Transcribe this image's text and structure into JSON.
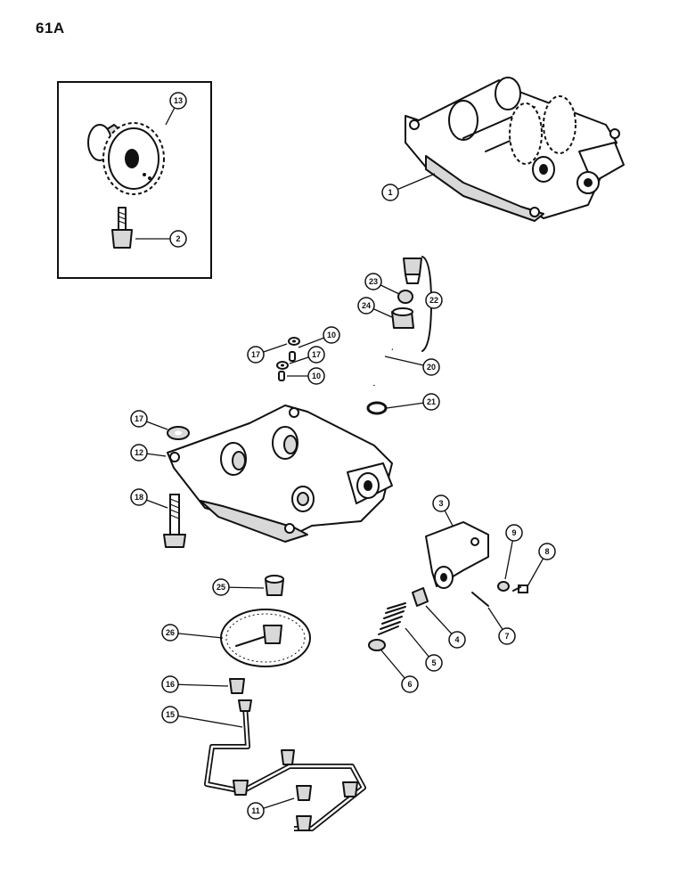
{
  "page": {
    "title": "61A"
  },
  "callouts": {
    "c1": "1",
    "c2": "2",
    "c3": "3",
    "c4": "4",
    "c5": "5",
    "c6": "6",
    "c7": "7",
    "c8": "8",
    "c9": "9",
    "c10a": "10",
    "c10b": "10",
    "c11": "11",
    "c12": "12",
    "c13": "13",
    "c15": "15",
    "c16": "16",
    "c17a": "17",
    "c17b": "17",
    "c17c": "17",
    "c18": "18",
    "c20": "20",
    "c21": "21",
    "c22": "22",
    "c23": "23",
    "c24": "24",
    "c25": "25",
    "c26": "26"
  }
}
